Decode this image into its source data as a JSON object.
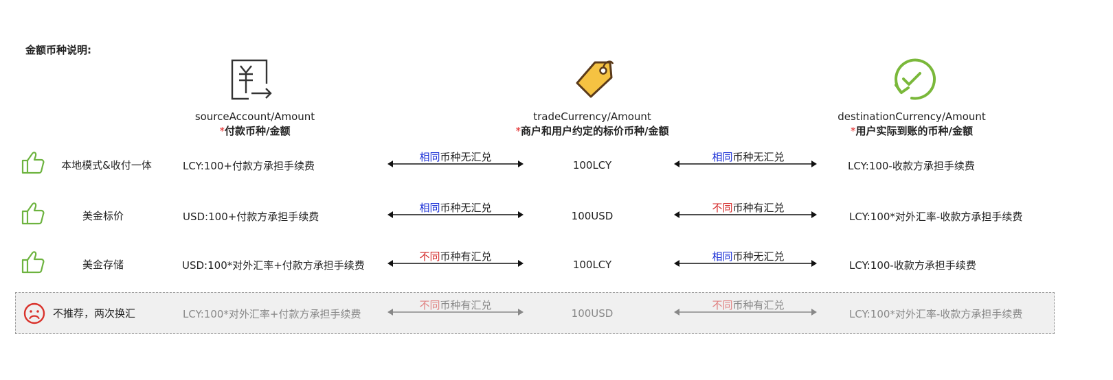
{
  "title": "金额币种说明:",
  "columns": [
    {
      "icon": "yen-transfer-icon",
      "header": "sourceAccount/Amount",
      "star": "*",
      "subheader": "付款币种/金额"
    },
    {
      "icon": "price-tag-icon",
      "header": "tradeCurrency/Amount",
      "star": "*",
      "subheader": "商户和用户约定的标价币种/金额"
    },
    {
      "icon": "check-circle-icon",
      "header": "destinationCurrency/Amount",
      "star": "*",
      "subheader": "用户实际到账的币种/金额"
    }
  ],
  "rows": [
    {
      "icon": "thumbs-up-icon",
      "label": "本地模式&收付一体",
      "source": "LCY:100+付款方承担手续费",
      "arrow1": {
        "prefix": "相同",
        "suffix": "币种无汇兑",
        "kind": "same"
      },
      "trade": "100LCY",
      "arrow2": {
        "prefix": "相同",
        "suffix": "币种无汇兑",
        "kind": "same"
      },
      "destination": "LCY:100-收款方承担手续费"
    },
    {
      "icon": "thumbs-up-icon",
      "label": "美金标价",
      "source": "USD:100+付款方承担手续费",
      "arrow1": {
        "prefix": "相同",
        "suffix": "币种无汇兑",
        "kind": "same"
      },
      "trade": "100USD",
      "arrow2": {
        "prefix": "不同",
        "suffix": "币种有汇兑",
        "kind": "diff"
      },
      "destination": "LCY:100*对外汇率-收款方承担手续费"
    },
    {
      "icon": "thumbs-up-icon",
      "label": "美金存储",
      "source": "USD:100*对外汇率+付款方承担手续费",
      "arrow1": {
        "prefix": "不同",
        "suffix": "币种有汇兑",
        "kind": "diff"
      },
      "trade": "100LCY",
      "arrow2": {
        "prefix": "相同",
        "suffix": "币种无汇兑",
        "kind": "same"
      },
      "destination": "LCY:100-收款方承担手续费"
    },
    {
      "icon": "sad-face-icon",
      "label": "不推荐，两次换汇",
      "source": "LCY:100*对外汇率+付款方承担手续费",
      "arrow1": {
        "prefix": "不同",
        "suffix": "币种有汇兑",
        "kind": "diff"
      },
      "trade": "100USD",
      "arrow2": {
        "prefix": "不同",
        "suffix": "币种有汇兑",
        "kind": "diff"
      },
      "destination": "LCY:100*对外汇率-收款方承担手续费"
    }
  ],
  "colors": {
    "same": "#1a2fd6",
    "diff": "#d42a2a",
    "thumb": "#6db33f",
    "sad": "#d9322b",
    "check": "#7ab83a",
    "tag_fill": "#f5c242",
    "tag_stroke": "#5a3a1a"
  }
}
